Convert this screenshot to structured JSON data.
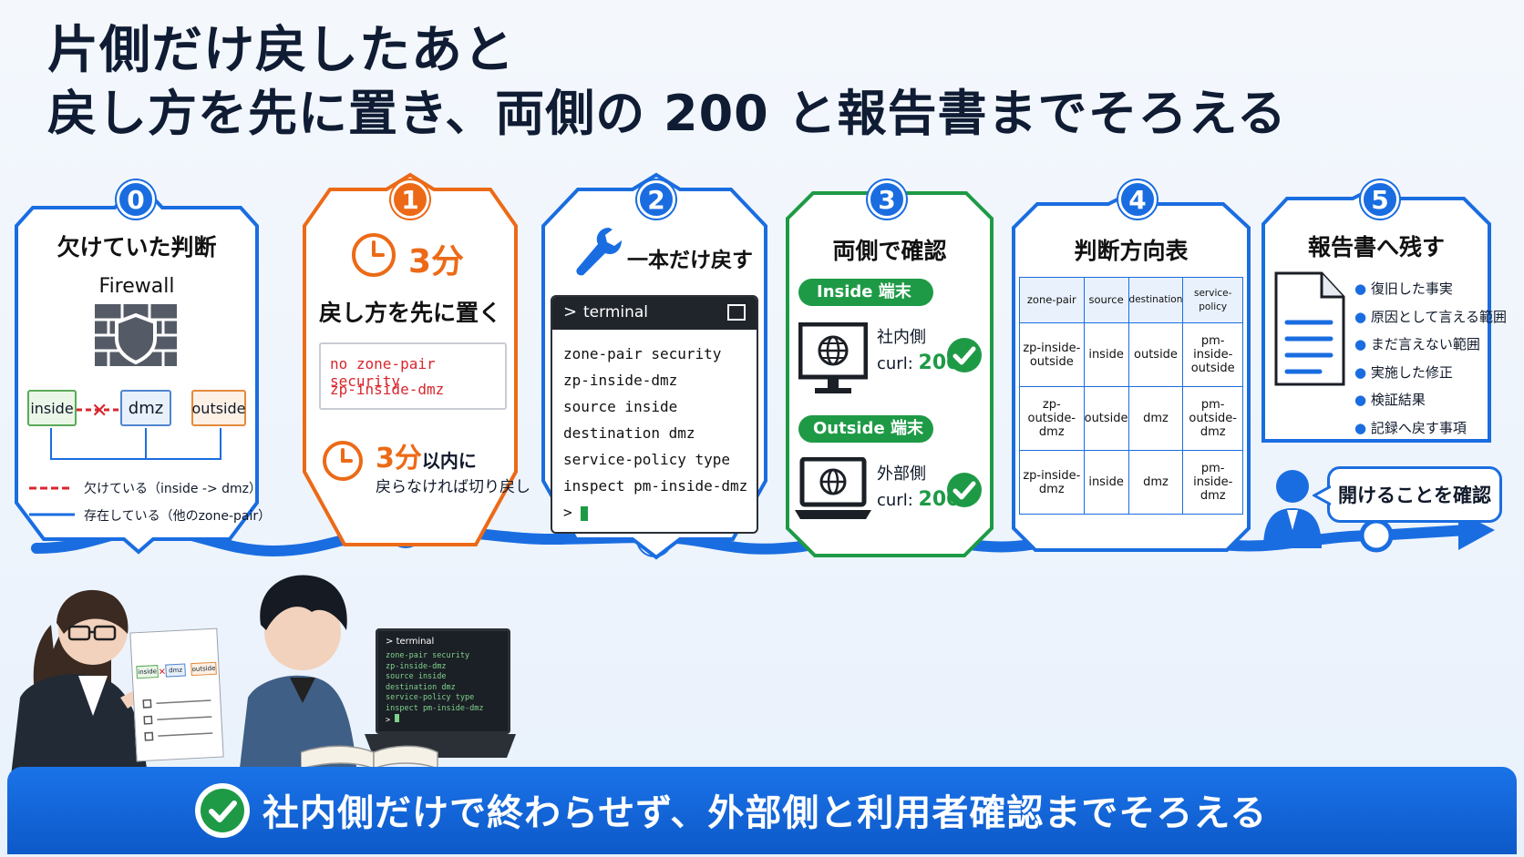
{
  "title": {
    "line1": "片側だけ戻したあと",
    "line2": "戻し方を先に置き、両側の 200 と報告書までそろえる"
  },
  "steps": [
    {
      "num": "0",
      "title": "欠けていた判断",
      "firewall_label": "Firewall",
      "nodes": [
        "inside",
        "dmz",
        "outside"
      ],
      "legend_missing": "欠けている（inside -> dmz）",
      "legend_exist": "存在している（他のzone-pair）"
    },
    {
      "num": "1",
      "time_label": "3分",
      "title": "戻し方を先に置く",
      "cmd_line1": "no zone-pair security",
      "cmd_line2": "zp-inside-dmz",
      "note_strong": "3分",
      "note_rest": "以内に",
      "note_line2": "戻らなければ切り戻し"
    },
    {
      "num": "2",
      "title": "一本だけ戻す",
      "terminal_title": "terminal",
      "terminal_lines": [
        "zone-pair security",
        "zp-inside-dmz",
        "source inside",
        "destination dmz",
        "service-policy type",
        "inspect pm-inside-dmz"
      ],
      "prompt": ">"
    },
    {
      "num": "3",
      "title": "両側で確認",
      "inside_label": "Inside 端末",
      "inside_side": "社内側",
      "curl_prefix": "curl:",
      "curl_value": "200",
      "outside_label": "Outside 端末",
      "outside_side": "外部側"
    },
    {
      "num": "4",
      "title": "判断方向表",
      "headers": [
        "zone-pair",
        "source",
        "destination",
        "service-policy"
      ],
      "rows": [
        [
          "zp-inside-outside",
          "inside",
          "outside",
          "pm-inside-outside"
        ],
        [
          "zp-outside-dmz",
          "outside",
          "dmz",
          "pm-outside-dmz"
        ],
        [
          "zp-inside-dmz",
          "inside",
          "dmz",
          "pm-inside-dmz"
        ]
      ]
    },
    {
      "num": "5",
      "title": "報告書へ残す",
      "items": [
        "復旧した事実",
        "原因として言える範囲",
        "まだ言えない範囲",
        "実施した修正",
        "検証結果",
        "記録へ戻す事項"
      ],
      "speech": "開けることを確認"
    }
  ],
  "illustration": {
    "doc_nodes": [
      "inside",
      "dmz",
      "outside"
    ],
    "laptop_title": "terminal",
    "laptop_lines": [
      "zone-pair security",
      "zp-inside-dmz",
      "source inside",
      "destination dmz",
      "service-policy type",
      "inspect pm-inside-dmz"
    ],
    "laptop_prompt": ">"
  },
  "bottom": {
    "text": "社内側だけで終わらせず、外部側と利用者確認までそろえる"
  },
  "colors": {
    "blue": "#1a6de0",
    "orange": "#ec6a17",
    "green": "#1e9a46",
    "red": "#d9262e",
    "dark": "#111a2b"
  }
}
